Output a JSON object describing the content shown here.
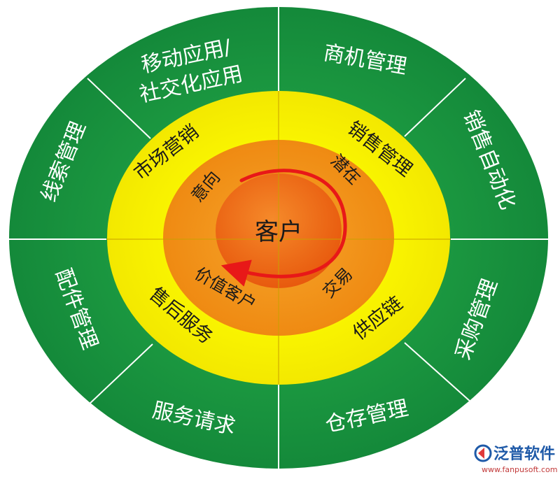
{
  "diagram": {
    "center": "客户",
    "inner_ring": [
      "意向",
      "潜在",
      "交易",
      "价值客户"
    ],
    "middle_ring": [
      "市场营销",
      "销售管理",
      "供应链",
      "售后服务"
    ],
    "outer_ring": [
      {
        "lines": [
          "商机管理"
        ]
      },
      {
        "lines": [
          "销售自动化"
        ]
      },
      {
        "lines": [
          "采购管理"
        ]
      },
      {
        "lines": [
          "仓存管理"
        ]
      },
      {
        "lines": [
          "服务请求"
        ]
      },
      {
        "lines": [
          "配件管理"
        ]
      },
      {
        "lines": [
          "线索管理"
        ]
      },
      {
        "lines": [
          "移动应用/",
          "社交化应用"
        ]
      }
    ]
  },
  "watermark": {
    "brand": "泛普软件",
    "url": "www.fanpusoft.com"
  },
  "colors": {
    "outer": "#1a9a3f",
    "middle": "#f6f200",
    "inner": "#f39a1c",
    "center": "#ee6a12",
    "arrow": "#e81818"
  }
}
